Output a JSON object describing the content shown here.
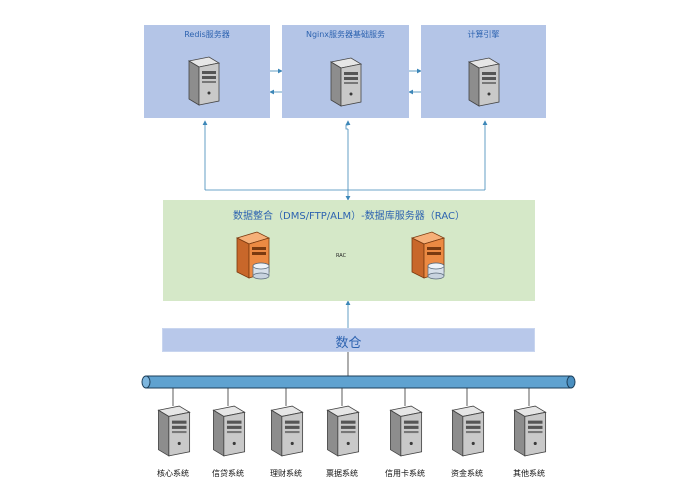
{
  "top_servers": [
    {
      "label": "Redis服务器"
    },
    {
      "label": "Nginx服务器基础服务"
    },
    {
      "label": "计算引擎"
    }
  ],
  "db_cluster": {
    "title": "数据整合（DMS/FTP/ALM）-数据库服务器（RAC）",
    "link_label": "RAC"
  },
  "warehouse": {
    "label": "数仓"
  },
  "source_systems": [
    {
      "label": "核心系统"
    },
    {
      "label": "信贷系统"
    },
    {
      "label": "理财系统"
    },
    {
      "label": "票据系统"
    },
    {
      "label": "信用卡系统"
    },
    {
      "label": "资金系统"
    },
    {
      "label": "其他系统"
    }
  ],
  "colors": {
    "top_box_fill": "#b4c5e7",
    "db_box_fill": "#d5e8c8",
    "warehouse_fill": "#b8c8ea",
    "arrow": "#3d87b8",
    "bus": "#5fa2d0"
  }
}
